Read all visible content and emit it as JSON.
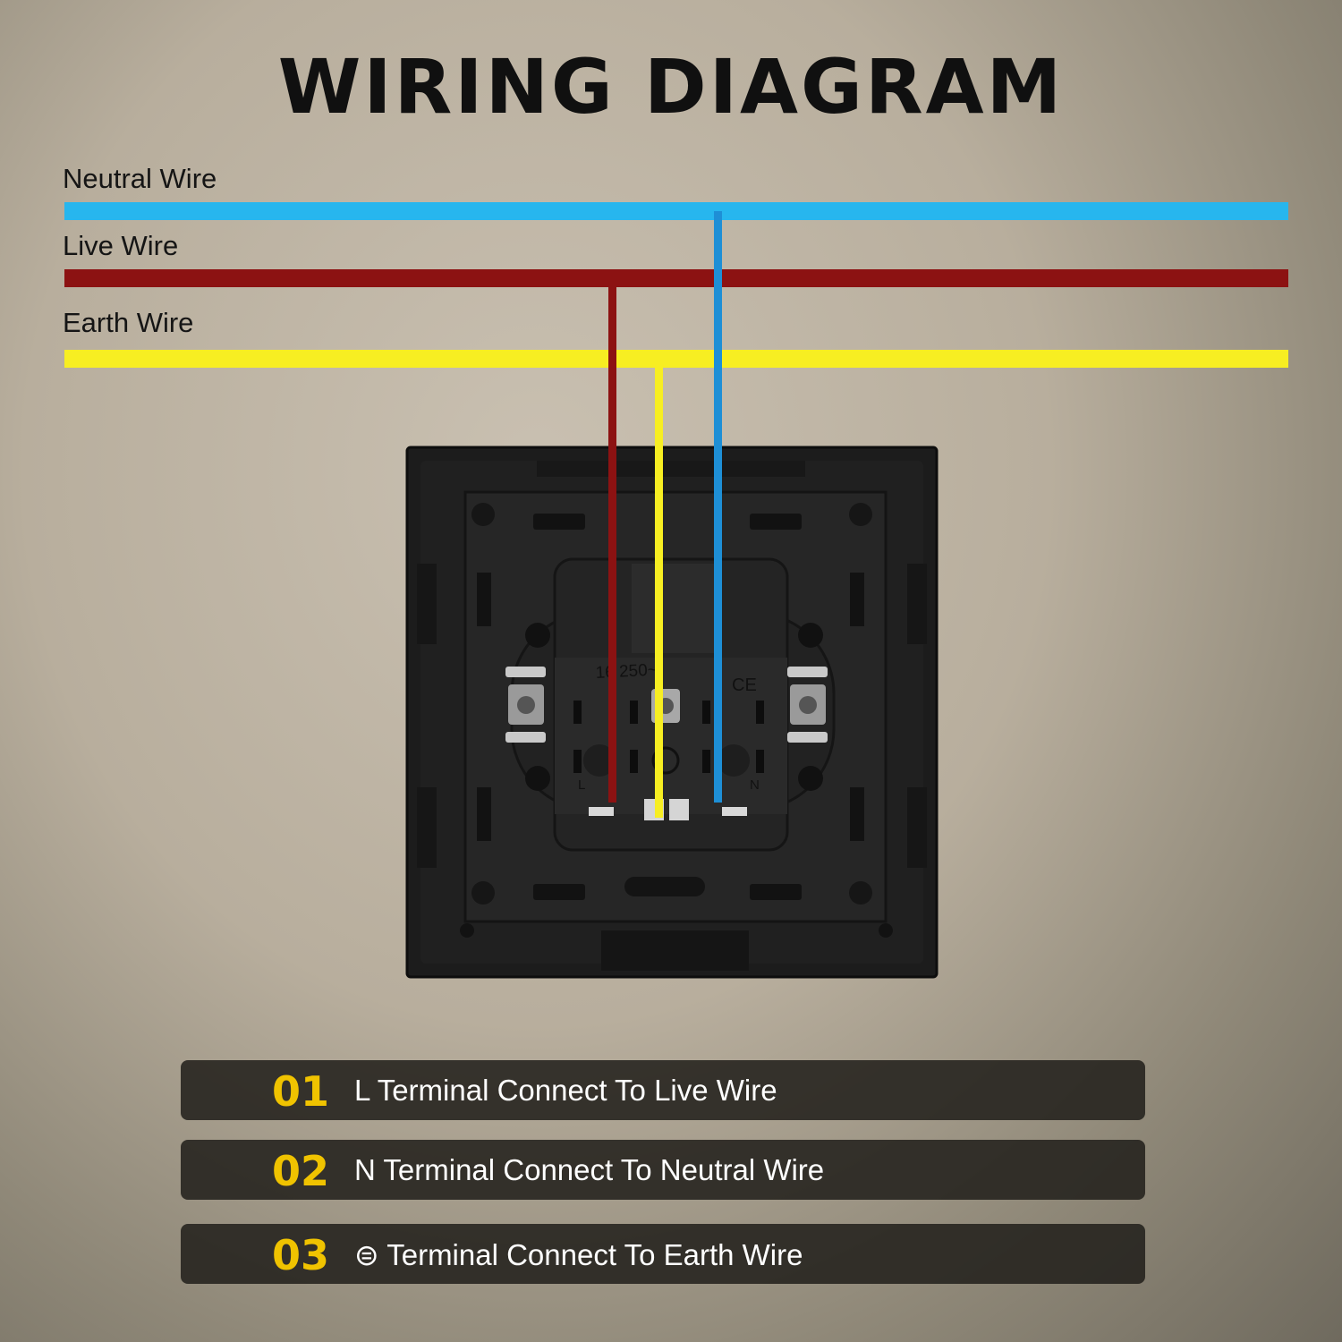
{
  "title": "WIRING DIAGRAM",
  "wires": [
    {
      "label": "Neutral Wire",
      "color": "#27b6ee"
    },
    {
      "label": "Live Wire",
      "color": "#8c1212"
    },
    {
      "label": "Earth Wire",
      "color": "#f7ee22"
    }
  ],
  "socket": {
    "rating_text": "16 250~",
    "ce_mark": "CE",
    "terminal_left": "L",
    "terminal_right": "N"
  },
  "steps": [
    {
      "number": "01",
      "text": "L Terminal Connect To Live Wire"
    },
    {
      "number": "02",
      "text": "N Terminal Connect To Neutral Wire"
    },
    {
      "number": "03",
      "text": "⊜ Terminal Connect To Earth Wire"
    }
  ]
}
